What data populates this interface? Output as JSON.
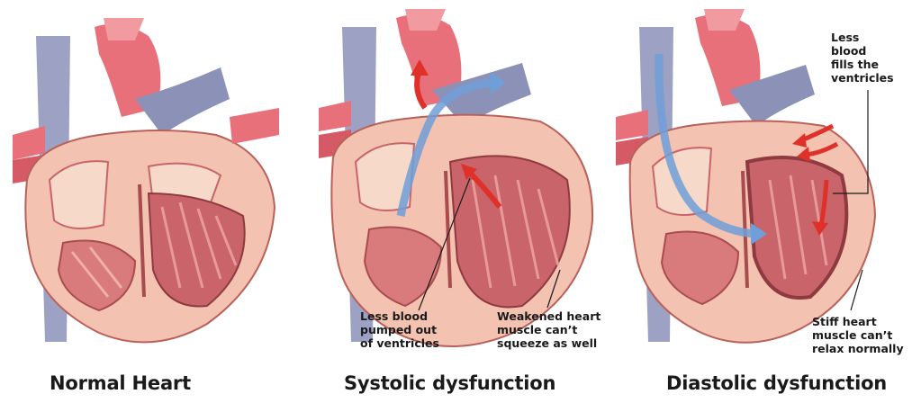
{
  "panels": [
    {
      "caption": "Normal Heart"
    },
    {
      "caption": "Systolic dysfunction",
      "notes": {
        "left": [
          "Less blood",
          "pumped out",
          "of ventricles"
        ],
        "right": [
          "Weakened heart",
          "muscle can’t",
          "squeeze as well"
        ]
      }
    },
    {
      "caption": "Diastolic dysfunction",
      "notes": {
        "top": [
          "Less",
          "blood",
          "fills the",
          "ventricles"
        ],
        "bottom": [
          "Stiff heart",
          "muscle can’t",
          "relax normally"
        ]
      }
    }
  ],
  "colors": {
    "aorta": "#e8707a",
    "vein": "#8c91b8",
    "outer_wall": "#f3c2b0",
    "inner_muscle": "#c9646a",
    "chamber": "#f7d9c9",
    "arrow_red": "#e0302a",
    "arrow_blue": "#6f9fd8"
  },
  "icons": [
    "heart-illustration",
    "red-arrow",
    "blue-arrow",
    "leader-line"
  ]
}
